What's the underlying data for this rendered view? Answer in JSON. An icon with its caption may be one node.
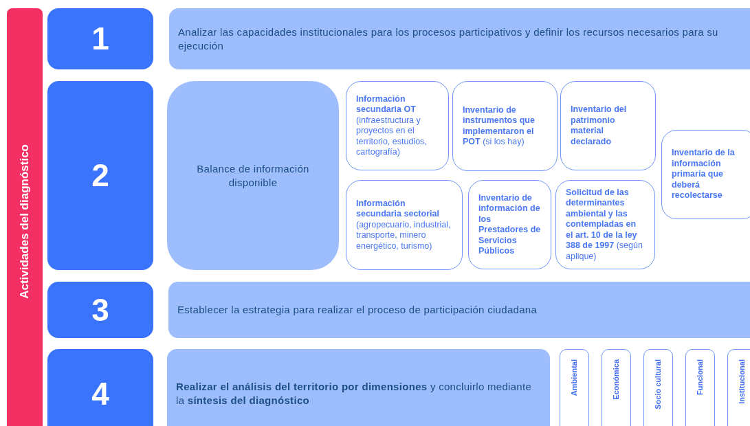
{
  "diagram": {
    "nodes": [
      {
        "text": [
          "Actividades del diagnóstico"
        ]
      },
      {
        "text": [
          "1"
        ]
      },
      {
        "text": [
          "Analizar las capacidades institucionales para los procesos participativos y definir los recursos necesarios para su ejecución"
        ]
      },
      {
        "text": [
          "2"
        ]
      },
      {
        "text": [
          "Balance de información disponible"
        ]
      },
      {
        "text": [
          "**Información secundaria OT** (infraestructura y proyectos en el territorio, estudios, cartografía)"
        ]
      },
      {
        "text": [
          "**Inventario de instrumentos que implementaron el POT** (si los hay)"
        ]
      },
      {
        "text": [
          "Inventario del patrimonio material declarado"
        ]
      },
      {
        "text": [
          "Inventario de la información primaria que deberá recolectarse"
        ]
      },
      {
        "text": [
          "**Información secundaria sectorial** (agropecuario, industrial, transporte, minero energético, turismo)"
        ]
      },
      {
        "text": [
          "Inventario de información de los Prestadores de Servicios Públicos"
        ]
      },
      {
        "text": [
          "**Solicitud de las determinantes ambiental y las contempladas en el art. 10 de la ley 388 de 1997** (según aplique)"
        ]
      },
      {
        "text": [
          "3"
        ]
      },
      {
        "text": [
          "Establecer la estrategia para realizar el proceso de participación ciudadana"
        ]
      },
      {
        "text": [
          "4"
        ]
      },
      {
        "text": [
          "**Realizar el análisis del territorio por dimensiones** y concluirlo mediante la **síntesis del diagnóstico**"
        ]
      },
      {
        "text": [
          "Ambiental"
        ]
      },
      {
        "text": [
          "Económica"
        ]
      },
      {
        "text": [
          "Socio cultural"
        ]
      },
      {
        "text": [
          "Funcional"
        ]
      },
      {
        "text": [
          "Institucional"
        ]
      }
    ]
  }
}
